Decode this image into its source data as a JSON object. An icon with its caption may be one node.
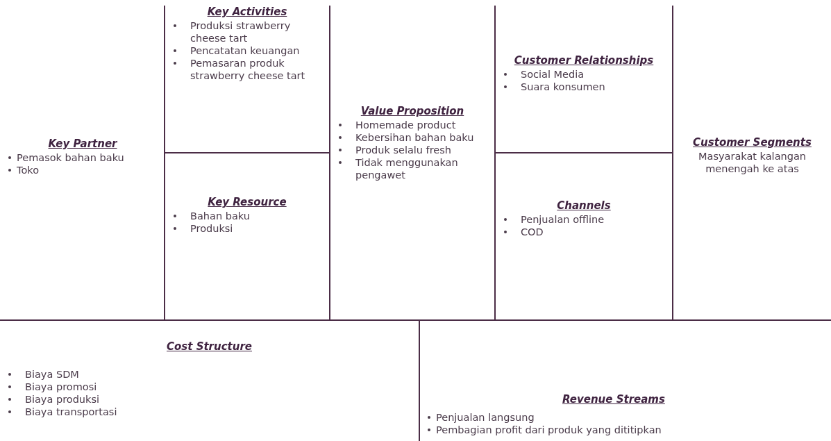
{
  "diagram": {
    "nodes": [
      {
        "text": [
          "Key Partner",
          "Pemasok bahan baku",
          "Toko"
        ]
      },
      {
        "text": [
          "Key Activities",
          "Produksi strawberry cheese tart",
          "Pencatatan keuangan",
          "Pemasaran produk strawberry cheese tart"
        ]
      },
      {
        "text": [
          "Key Resource",
          "Bahan baku",
          "Produksi"
        ]
      },
      {
        "text": [
          "Value Proposition",
          "Homemade product",
          "Kebersihan bahan baku",
          "Produk selalu fresh",
          "Tidak menggunakan pengawet"
        ]
      },
      {
        "text": [
          "Customer Relationships",
          "Social Media",
          "Suara konsumen"
        ]
      },
      {
        "text": [
          "Channels",
          "Penjualan offline",
          "COD"
        ]
      },
      {
        "text": [
          "Customer Segments",
          "Masyarakat kalangan menengah ke atas"
        ]
      },
      {
        "text": [
          "Cost Structure",
          "Biaya SDM",
          "Biaya promosi",
          "Biaya produksi",
          "Biaya transportasi"
        ]
      },
      {
        "text": [
          "Revenue Streams",
          "Penjualan langsung",
          "Pembagian profit dari produk yang dititipkan"
        ]
      }
    ]
  }
}
